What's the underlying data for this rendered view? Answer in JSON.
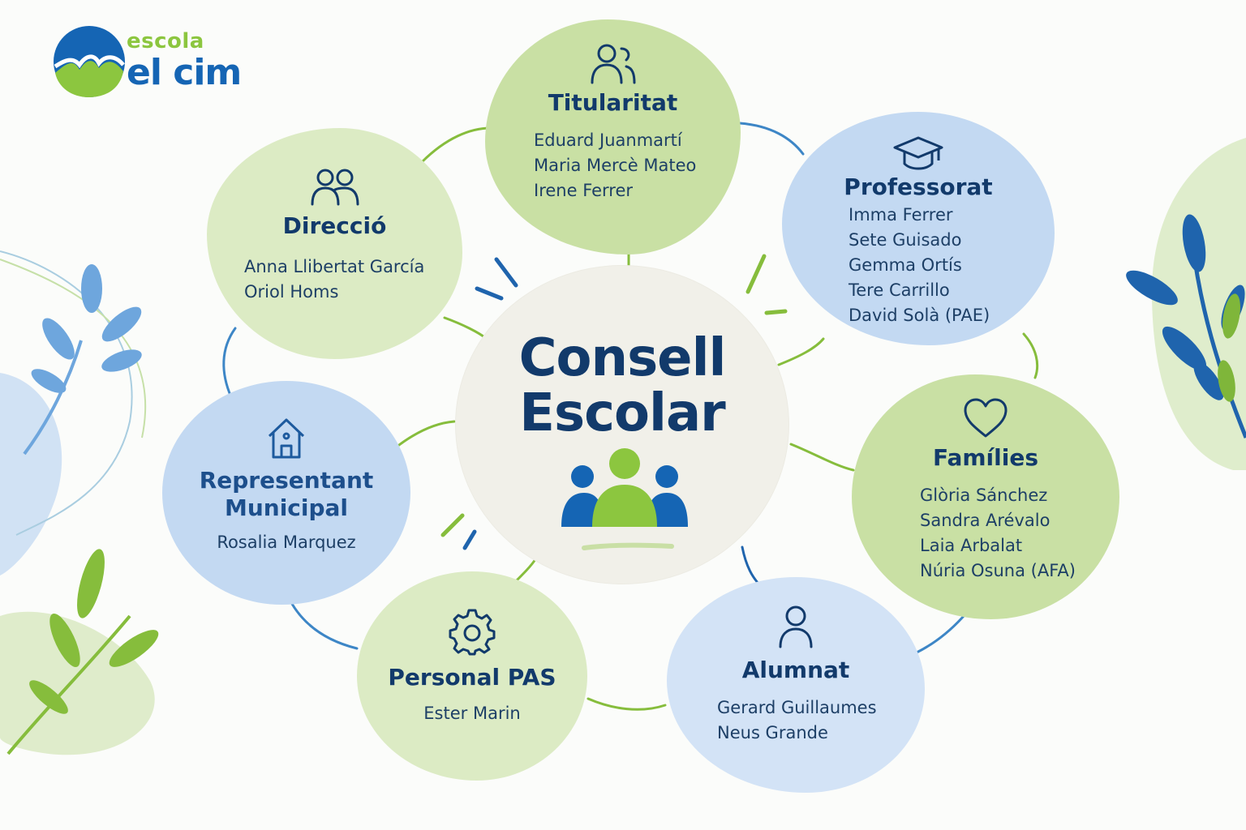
{
  "logo": {
    "line1": "escola",
    "line2": "el cim"
  },
  "center": {
    "title_line1": "Consell",
    "title_line2": "Escolar"
  },
  "groups": {
    "titularitat": {
      "title": "Titularitat",
      "icon": "users-icon",
      "members": [
        "Eduard Juanmartí",
        "Maria Mercè Mateo",
        "Irene Ferrer"
      ]
    },
    "direccio": {
      "title": "Direcció",
      "icon": "users-icon",
      "members": [
        "Anna Llibertat García",
        "Oriol Homs"
      ]
    },
    "professorat": {
      "title": "Professorat",
      "icon": "graduation-cap-icon",
      "members": [
        "Imma Ferrer",
        "Sete Guisado",
        "Gemma Ortís",
        "Tere Carrillo",
        "David Solà (PAE)"
      ]
    },
    "representant": {
      "title_line1": "Representant",
      "title_line2": "Municipal",
      "icon": "house-icon",
      "members": [
        "Rosalia Marquez"
      ]
    },
    "families": {
      "title": "Famílies",
      "icon": "heart-icon",
      "members": [
        "Glòria Sánchez",
        "Sandra Arévalo",
        "Laia Arbalat",
        "Núria Osuna (AFA)"
      ]
    },
    "pas": {
      "title": "Personal PAS",
      "icon": "gear-icon",
      "members": [
        "Ester Marin"
      ]
    },
    "alumnat": {
      "title": "Alumnat",
      "icon": "person-icon",
      "members": [
        "Gerard Guillaumes",
        "Neus Grande"
      ]
    }
  },
  "colors": {
    "navy": "#123a6b",
    "brand_blue": "#1565b4",
    "brand_green": "#8cc63f",
    "blob_green": "#c9e0a4",
    "blob_blue": "#c3d9f2",
    "center_bg": "#f1f0e9"
  }
}
